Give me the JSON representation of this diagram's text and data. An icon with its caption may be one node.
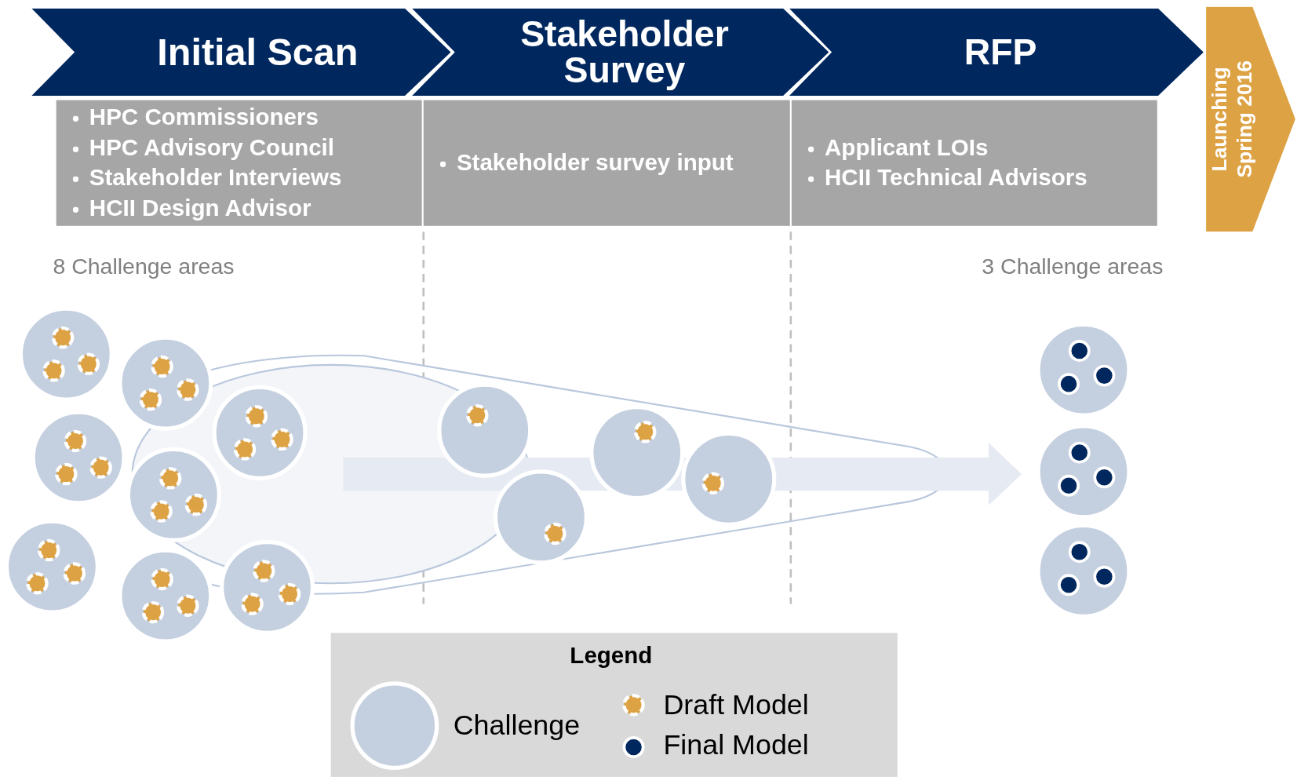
{
  "diagram": {
    "nodes": [
      {
        "text": [
          "Initial Scan"
        ]
      },
      {
        "text": [
          "Stakeholder Survey"
        ]
      },
      {
        "text": [
          "RFP"
        ]
      },
      {
        "text": [
          "Launching Spring 2016"
        ]
      },
      {
        "text": [
          "HPC Commissioners",
          "HPC Advisory Council",
          "Stakeholder Interviews",
          "HCII Design Advisor"
        ]
      },
      {
        "text": [
          "Stakeholder survey input"
        ]
      },
      {
        "text": [
          "Applicant LOIs",
          "HCII Technical Advisors"
        ]
      }
    ],
    "labels": [
      "8 Challenge areas",
      "3 Challenge areas",
      "Legend"
    ],
    "legend": [
      {
        "text": "Challenge"
      },
      {
        "text": "Draft Model"
      },
      {
        "text": "Final Model"
      }
    ]
  }
}
